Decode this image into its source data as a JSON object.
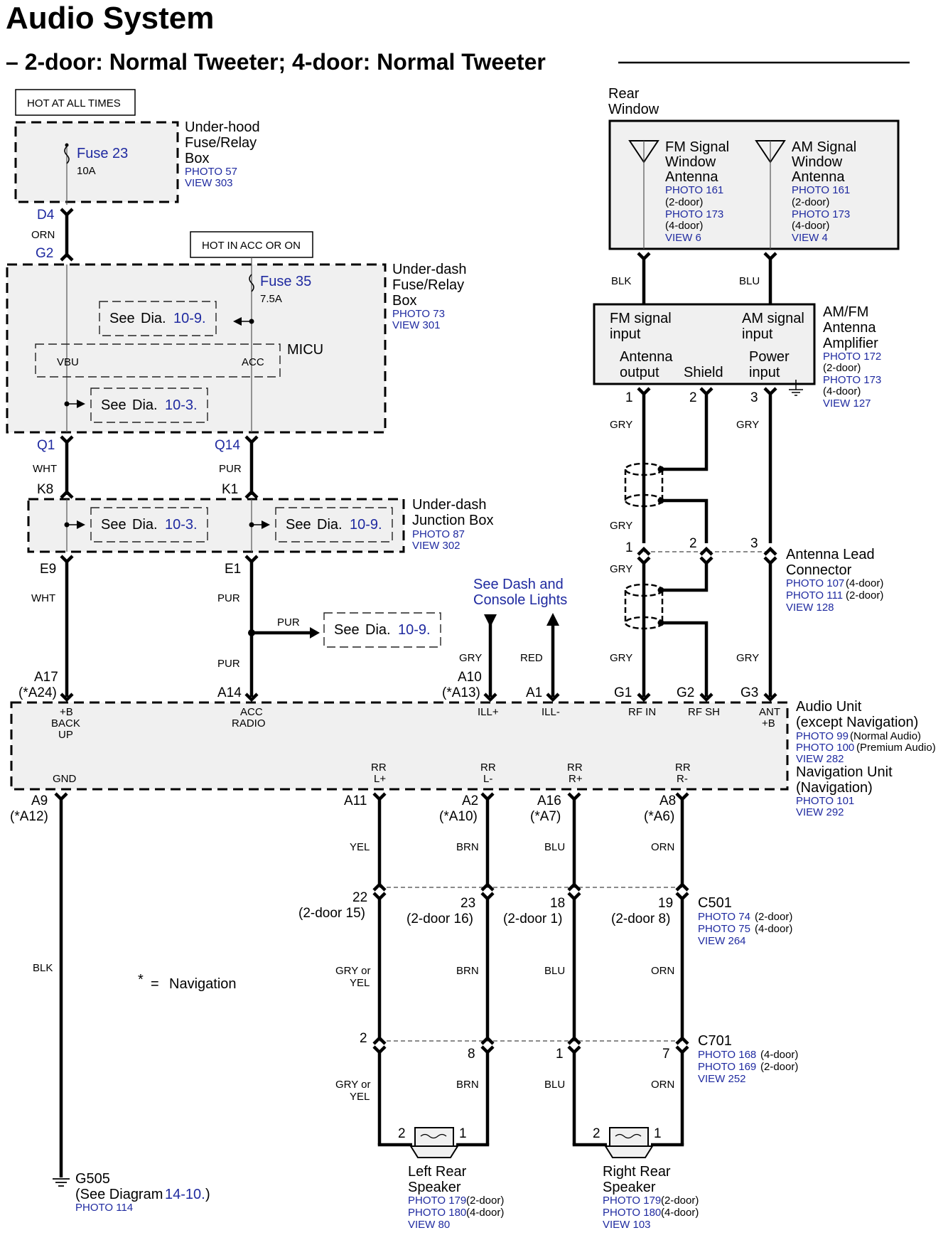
{
  "title": "Audio System",
  "subtitle": "– 2-door: Normal Tweeter; 4-door: Normal Tweeter",
  "hot_at_all_times": "HOT AT ALL TIMES",
  "hot_in_acc": "HOT IN ACC OR ON",
  "underhood": {
    "line1": "Under-hood",
    "line2": "Fuse/Relay",
    "line3": "Box",
    "photo": "PHOTO 57",
    "view": "VIEW 303",
    "fuse": "Fuse 23",
    "amps": "10A"
  },
  "underdash_fuse": {
    "line1": "Under-dash",
    "line2": "Fuse/Relay",
    "line3": "Box",
    "photo": "PHOTO 73",
    "view": "VIEW 301",
    "fuse": "Fuse 35",
    "amps": "7.5A"
  },
  "micu": {
    "name": "MICU",
    "vbu": "VBU",
    "acc": "ACC"
  },
  "see": "See",
  "dia": "Dia.",
  "refs": {
    "r109": "10-9.",
    "r103": "10-3."
  },
  "junction": {
    "line1": "Under-dash",
    "line2": "Junction Box",
    "photo": "PHOTO 87",
    "view": "VIEW 302"
  },
  "pins": {
    "d4": "D4",
    "g2": "G2",
    "q1": "Q1",
    "q14": "Q14",
    "k8": "K8",
    "k1": "K1",
    "e9": "E9",
    "e1": "E1",
    "a17": "A17",
    "a17n": "(*A24)",
    "a14": "A14",
    "a10": "A10",
    "a10n": "(*A13)",
    "a1": "A1",
    "g1": "G1",
    "g2b": "G2",
    "g3": "G3",
    "a9": "A9",
    "a9n": "(*A12)",
    "a11": "A11",
    "a2": "A2",
    "a2n": "(*A10)",
    "a16": "A16",
    "a16n": "(*A7)",
    "a8": "A8",
    "a8n": "(*A6)"
  },
  "wires": {
    "orn": "ORN",
    "wht": "WHT",
    "pur": "PUR",
    "gry": "GRY",
    "red": "RED",
    "blk": "BLK",
    "blu": "BLU",
    "yel": "YEL",
    "brn": "BRN",
    "gry_or": "GRY or",
    "yel2": "YEL"
  },
  "dash_lights": {
    "line1": "See Dash and",
    "line2": "Console Lights"
  },
  "rear_window": {
    "line1": "Rear",
    "line2": "Window"
  },
  "fm_ant": {
    "line1": "FM Signal",
    "line2": "Window",
    "line3": "Antenna",
    "photo1": "PHOTO 161",
    "p1n": "(2-door)",
    "photo2": "PHOTO 173",
    "p2n": "(4-door)",
    "view": "VIEW 6"
  },
  "am_ant": {
    "line1": "AM Signal",
    "line2": "Window",
    "line3": "Antenna",
    "photo1": "PHOTO 161",
    "p1n": "(2-door)",
    "photo2": "PHOTO 173",
    "p2n": "(4-door)",
    "view": "VIEW 4"
  },
  "amp": {
    "fm1": "FM signal",
    "fm2": "input",
    "am1": "AM signal",
    "am2": "input",
    "ao1": "Antenna",
    "ao2": "output",
    "shield": "Shield",
    "pw1": "Power",
    "pw2": "input",
    "name1": "AM/FM",
    "name2": "Antenna",
    "name3": "Amplifier",
    "photo1": "PHOTO 172",
    "p1n": "(2-door)",
    "photo2": "PHOTO 173",
    "p2n": "(4-door)",
    "view": "VIEW 127",
    "pin1": "1",
    "pin2": "2",
    "pin3": "3"
  },
  "lead": {
    "line1": "Antenna Lead",
    "line2": "Connector",
    "photo1": "PHOTO 107",
    "p1n": "(4-door)",
    "photo2": "PHOTO 111",
    "p2n": "(2-door)",
    "view": "VIEW 128",
    "pin1": "1",
    "pin2": "2",
    "pin3": "3"
  },
  "audio": {
    "backup1": "+B",
    "backup2": "BACK",
    "backup3": "UP",
    "accr1": "ACC",
    "accr2": "RADIO",
    "illp": "ILL+",
    "illm": "ILL-",
    "rfin": "RF IN",
    "rfsh": "RF SH",
    "ant1": "ANT",
    "ant2": "+B",
    "gnd": "GND",
    "rrl1": "RR",
    "rrlp": "L+",
    "rrlm": "L-",
    "rrrp": "R+",
    "rrrm": "R-",
    "name1": "Audio Unit",
    "name2": "(except Navigation)",
    "photo1": "PHOTO 99",
    "p1n": "(Normal Audio)",
    "photo2": "PHOTO 100",
    "p2n": "(Premium Audio)",
    "view1": "VIEW 282",
    "nav1": "Navigation Unit",
    "nav2": "(Navigation)",
    "photo3": "PHOTO 101",
    "view2": "VIEW 292"
  },
  "c501": {
    "name": "C501",
    "photo1": "PHOTO 74",
    "p1n": "(2-door)",
    "photo2": "PHOTO 75",
    "p2n": "(4-door)",
    "view": "VIEW 264",
    "p22": "22",
    "p22n": "(2-door 15)",
    "p23": "23",
    "p23n": "(2-door 16)",
    "p18": "18",
    "p18n": "(2-door 1)",
    "p19": "19",
    "p19n": "(2-door 8)"
  },
  "c701": {
    "name": "C701",
    "photo1": "PHOTO 168",
    "p1n": "(4-door)",
    "photo2": "PHOTO 169",
    "p2n": "(2-door)",
    "view": "VIEW 252",
    "p2": "2",
    "p8": "8",
    "p1": "1",
    "p7": "7"
  },
  "nav_note": {
    "star": "*",
    "eq": "=",
    "text": "Navigation"
  },
  "left_spk": {
    "line1": "Left Rear",
    "line2": "Speaker",
    "photo1": "PHOTO 179",
    "p1n": "(2-door)",
    "photo2": "PHOTO 180",
    "p2n": "(4-door)",
    "view": "VIEW 80",
    "pin2": "2",
    "pin1": "1"
  },
  "right_spk": {
    "line1": "Right Rear",
    "line2": "Speaker",
    "photo1": "PHOTO 179",
    "p1n": "(2-door)",
    "photo2": "PHOTO 180",
    "p2n": "(4-door)",
    "view": "VIEW 103",
    "pin2": "2",
    "pin1": "1"
  },
  "ground": {
    "name": "G505",
    "see": "(See Diagram",
    "ref": "14-10.",
    "close": ")",
    "photo": "PHOTO 114"
  }
}
